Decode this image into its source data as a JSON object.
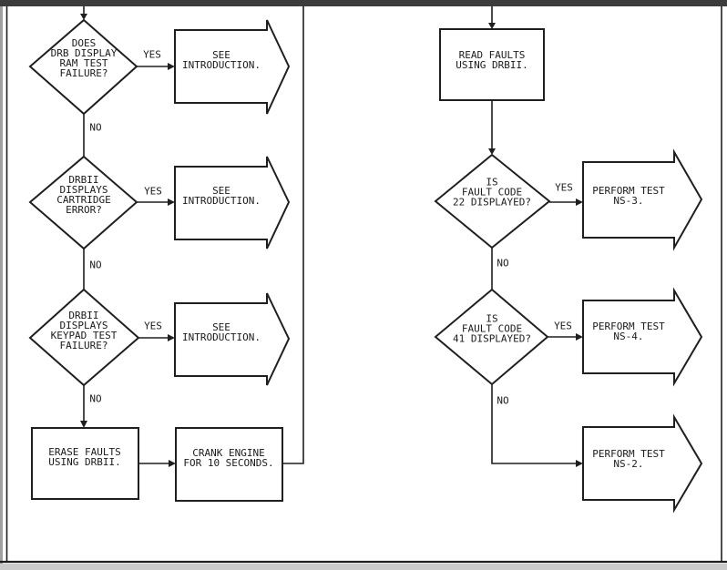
{
  "page": {
    "kind": "scanned flowchart page",
    "colors": {
      "paper": "#ffffff",
      "ink": "#1f1f1f",
      "top_bar": "#3c3c3c",
      "left_strip": "#9f9f9f",
      "bottom_strip": "#cbcbcb",
      "page_border": "#0a0a0a"
    }
  },
  "flow": {
    "left": {
      "d1": {
        "text": "DOES\nDRB DISPLAY\nRAM TEST\nFAILURE?",
        "yes": "YES",
        "no": "NO"
      },
      "a1": {
        "text": "SEE\nINTRODUCTION."
      },
      "d2": {
        "text": "DRBII\nDISPLAYS\nCARTRIDGE\nERROR?",
        "yes": "YES",
        "no": "NO"
      },
      "a2": {
        "text": "SEE\nINTRODUCTION."
      },
      "d3": {
        "text": "DRBII\nDISPLAYS\nKEYPAD TEST\nFAILURE?",
        "yes": "YES",
        "no": "NO"
      },
      "a3": {
        "text": "SEE\nINTRODUCTION."
      },
      "erase_box": {
        "text": "ERASE FAULTS\nUSING DRBII."
      },
      "crank_box": {
        "text": "CRANK ENGINE\nFOR 10 SECONDS."
      }
    },
    "right": {
      "read_box": {
        "text": "READ FAULTS\nUSING DRBII."
      },
      "d1": {
        "text": "IS\nFAULT CODE\n22 DISPLAYED?",
        "yes": "YES",
        "no": "NO"
      },
      "a1": {
        "text": "PERFORM TEST\nNS-3."
      },
      "d2": {
        "text": "IS\nFAULT CODE\n41 DISPLAYED?",
        "yes": "YES",
        "no": "NO"
      },
      "a2": {
        "text": "PERFORM TEST\nNS-4."
      },
      "a3": {
        "text": "PERFORM TEST\nNS-2."
      }
    }
  }
}
